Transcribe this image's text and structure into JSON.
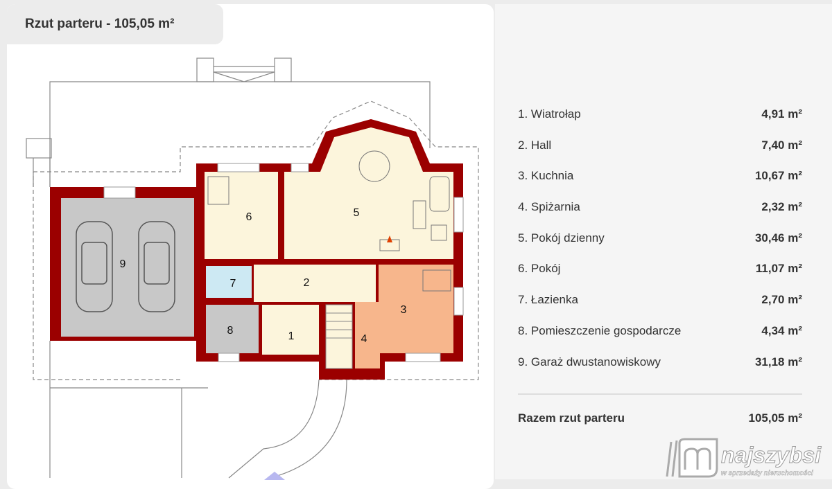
{
  "header": {
    "title": "Rzut parteru - 105,05 m²"
  },
  "plan": {
    "room_labels": [
      "1",
      "2",
      "3",
      "4",
      "5",
      "6",
      "7",
      "8",
      "9"
    ]
  },
  "rooms": [
    {
      "name": "1. Wiatrołap",
      "area": "4,91 m²"
    },
    {
      "name": "2. Hall",
      "area": "7,40 m²"
    },
    {
      "name": "3. Kuchnia",
      "area": "10,67 m²"
    },
    {
      "name": "4. Spiżarnia",
      "area": "2,32 m²"
    },
    {
      "name": "5. Pokój dzienny",
      "area": "30,46 m²"
    },
    {
      "name": "6. Pokój",
      "area": "11,07 m²"
    },
    {
      "name": "7. Łazienka",
      "area": "2,70 m²"
    },
    {
      "name": "8. Pomieszczenie gospodarcze",
      "area": "4,34 m²"
    },
    {
      "name": "9. Garaż dwustanowiskowy",
      "area": "31,18 m²"
    }
  ],
  "total": {
    "label": "Razem rzut parteru",
    "area": "105,05 m²"
  },
  "logo": {
    "name": "najszybsi",
    "tagline": "w sprzedaży nieruchomości"
  },
  "colors": {
    "wall": "#9b0000",
    "living": "#fcf5dc",
    "kitchen": "#f7b68c",
    "bath": "#cde9f3",
    "garage": "#c8c8c8"
  }
}
